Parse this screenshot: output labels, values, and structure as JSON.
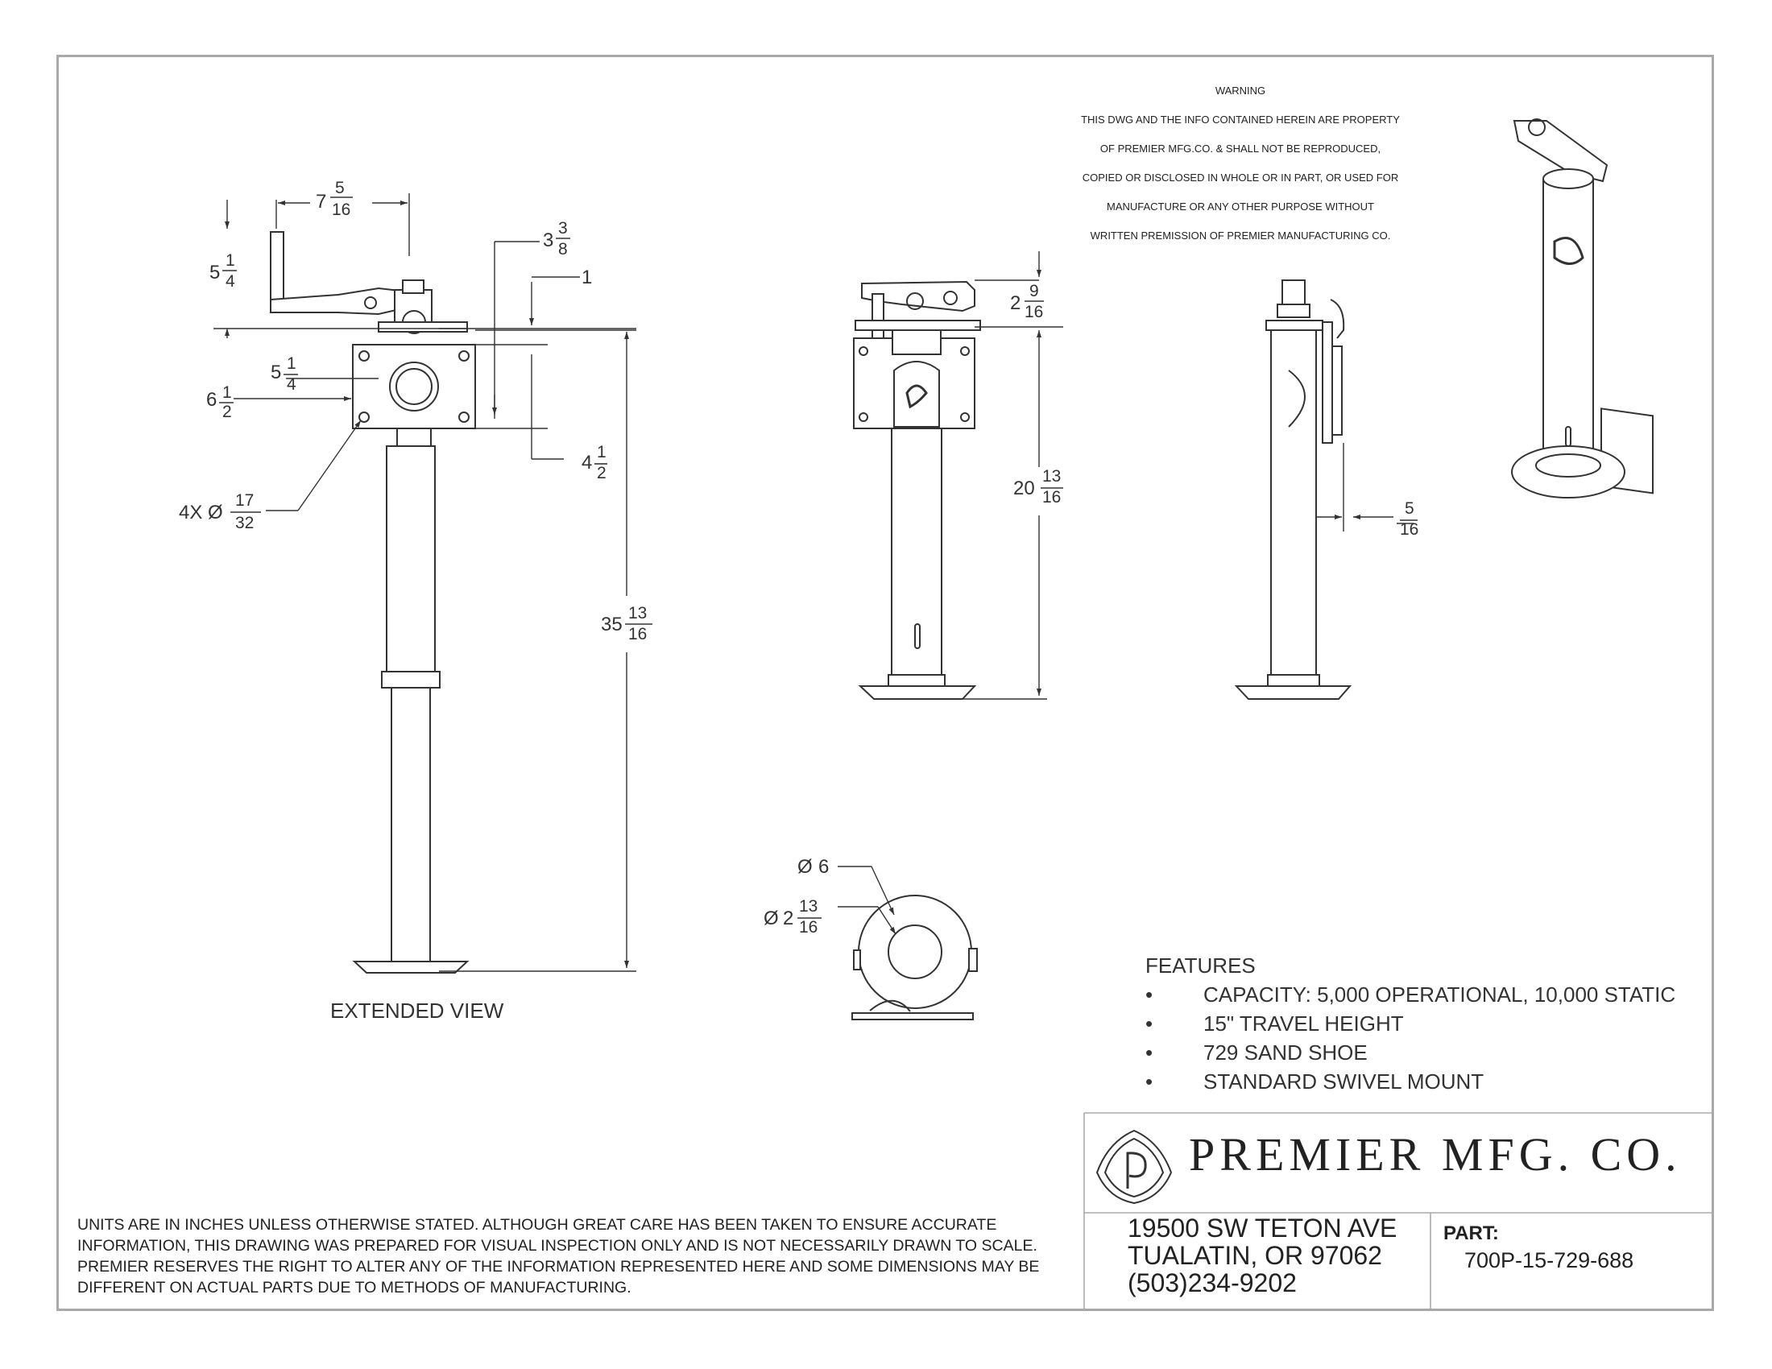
{
  "warning": {
    "lines": [
      "WARNING",
      "THIS DWG AND THE INFO CONTAINED HEREIN ARE PROPERTY",
      "OF PREMIER MFG.CO. & SHALL NOT BE REPRODUCED,",
      "COPIED OR DISCLOSED IN WHOLE OR IN PART, OR USED FOR",
      "MANUFACTURE OR ANY OTHER PURPOSE WITHOUT",
      "WRITTEN PREMISSION OF PREMIER MANUFACTURING CO."
    ]
  },
  "dimensions": {
    "d_7_5_16": {
      "whole": "7",
      "num": "5",
      "den": "16"
    },
    "d_5_1_4_top": {
      "whole": "5",
      "num": "1",
      "den": "4"
    },
    "d_3_3_8": {
      "whole": "3",
      "num": "3",
      "den": "8"
    },
    "d_1": {
      "whole": "1"
    },
    "d_5_1_4_plate": {
      "whole": "5",
      "num": "1",
      "den": "4"
    },
    "d_6_1_2": {
      "whole": "6",
      "num": "1",
      "den": "2"
    },
    "d_4_1_2": {
      "whole": "4",
      "num": "1",
      "den": "2"
    },
    "d_holes": {
      "prefix": "4X Ø",
      "num": "17",
      "den": "32"
    },
    "d_35_13_16": {
      "whole": "35",
      "num": "13",
      "den": "16"
    },
    "d_2_9_16": {
      "whole": "2",
      "num": "9",
      "den": "16"
    },
    "d_20_13_16": {
      "whole": "20",
      "num": "13",
      "den": "16"
    },
    "d_5_16": {
      "num": "5",
      "den": "16"
    },
    "d_dia6": {
      "prefix": "Ø",
      "whole": "6"
    },
    "d_dia2_13_16": {
      "prefix": "Ø",
      "whole": "2",
      "num": "13",
      "den": "16"
    }
  },
  "extended_view_label": "EXTENDED VIEW",
  "features": {
    "title": "FEATURES",
    "bullet": "•",
    "items": [
      "CAPACITY: 5,000 OPERATIONAL, 10,000 STATIC",
      "15\" TRAVEL HEIGHT",
      "729 SAND SHOE",
      "STANDARD SWIVEL MOUNT"
    ]
  },
  "disclaimer": "UNITS ARE IN INCHES UNLESS OTHERWISE STATED.  ALTHOUGH GREAT CARE HAS BEEN TAKEN TO ENSURE ACCURATE INFORMATION, THIS DRAWING WAS PREPARED FOR VISUAL INSPECTION ONLY AND IS NOT NECESSARILY DRAWN TO SCALE.  PREMIER RESERVES THE RIGHT TO ALTER ANY OF THE INFORMATION REPRESENTED HERE AND SOME DIMENSIONS MAY BE DIFFERENT ON ACTUAL PARTS DUE TO METHODS OF MANUFACTURING.",
  "title_block": {
    "company": "PREMIER MFG. CO.",
    "address_lines": [
      "19500 SW TETON AVE",
      "TUALATIN, OR 97062",
      "(503)234-9202"
    ],
    "part_label": "PART:",
    "part_number": "700P-15-729-688"
  }
}
